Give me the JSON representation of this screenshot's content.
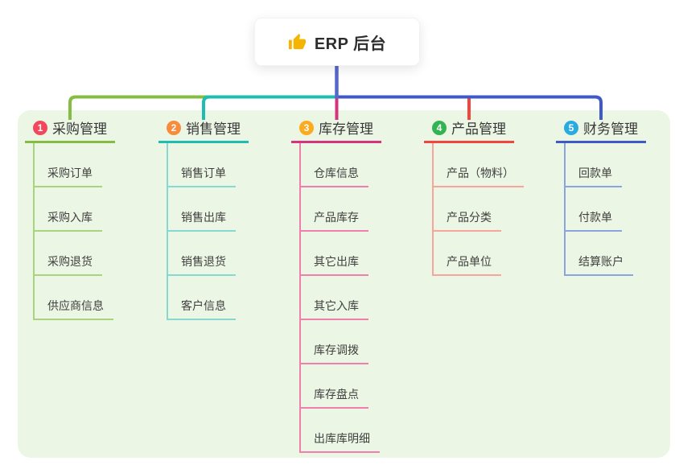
{
  "root": {
    "title": "ERP 后台",
    "icon": "thumbs-up"
  },
  "canvas": {
    "panel_bg": "#ecf6e5",
    "stem_color": "#5667cb",
    "icon_color": "#f4b400"
  },
  "branches": [
    {
      "index": "1",
      "title": "采购管理",
      "colors": {
        "badge": "#f4475c",
        "line": "#84bd42",
        "light": "#a9d47d"
      },
      "children": [
        "采购订单",
        "采购入库",
        "采购退货",
        "供应商信息"
      ]
    },
    {
      "index": "2",
      "title": "销售管理",
      "colors": {
        "badge": "#f98b3d",
        "line": "#1fbcb2",
        "light": "#85d9d1"
      },
      "children": [
        "销售订单",
        "销售出库",
        "销售退货",
        "客户信息"
      ]
    },
    {
      "index": "3",
      "title": "库存管理",
      "colors": {
        "badge": "#fbab1d",
        "line": "#d6337f",
        "light": "#f07fae"
      },
      "children": [
        "仓库信息",
        "产品库存",
        "其它出库",
        "其它入库",
        "库存调拨",
        "库存盘点",
        "出库库明细"
      ]
    },
    {
      "index": "4",
      "title": "产品管理",
      "colors": {
        "badge": "#31b451",
        "line": "#f2453d",
        "light": "#f7a49d"
      },
      "children": [
        "产品（物料）",
        "产品分类",
        "产品单位"
      ]
    },
    {
      "index": "5",
      "title": "财务管理",
      "colors": {
        "badge": "#29abe2",
        "line": "#3f5ac8",
        "light": "#8ba3de"
      },
      "children": [
        "回款单",
        "付款单",
        "结算账户"
      ]
    }
  ]
}
